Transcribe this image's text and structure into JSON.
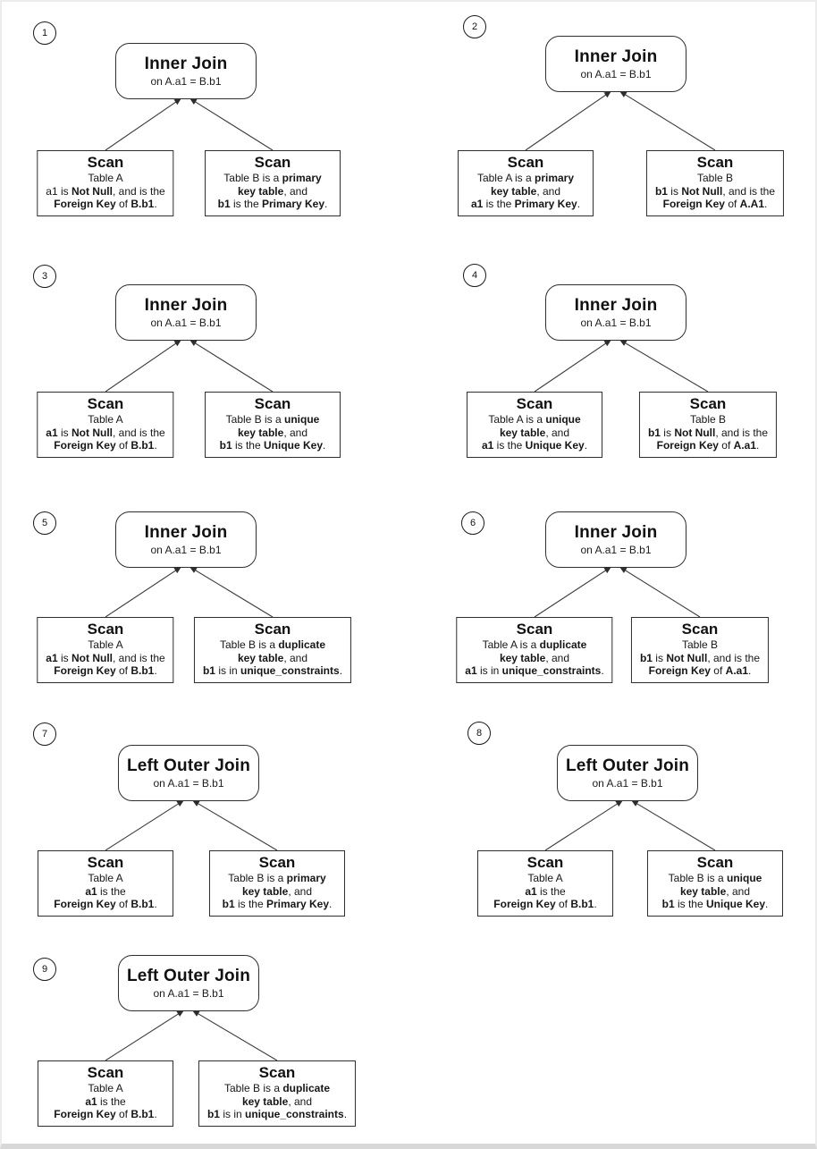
{
  "colors": {
    "background": "#ffffff",
    "node_border": "#000000",
    "edge": "#3c3c3c",
    "frame": "#d8d8d8"
  },
  "diagrams": [
    {
      "number": "1",
      "join": {
        "title": "Inner Join",
        "condition": "on A.a1 = B.b1"
      },
      "left_scan": {
        "title": "Scan",
        "lines": [
          [
            {
              "t": "Table A"
            }
          ],
          [
            {
              "t": "a1 is "
            },
            {
              "t": "Not Null",
              "b": true
            },
            {
              "t": ", and is the"
            }
          ],
          [
            {
              "t": "Foreign Key",
              "b": true
            },
            {
              "t": " of "
            },
            {
              "t": "B.b1",
              "b": true
            },
            {
              "t": "."
            }
          ]
        ]
      },
      "right_scan": {
        "title": "Scan",
        "lines": [
          [
            {
              "t": "Table B is a "
            },
            {
              "t": "primary",
              "b": true
            }
          ],
          [
            {
              "t": "key table",
              "b": true
            },
            {
              "t": ", and"
            }
          ],
          [
            {
              "t": "b1",
              "b": true
            },
            {
              "t": " is the "
            },
            {
              "t": "Primary Key",
              "b": true
            },
            {
              "t": "."
            }
          ]
        ]
      }
    },
    {
      "number": "2",
      "join": {
        "title": "Inner Join",
        "condition": "on A.a1 = B.b1"
      },
      "left_scan": {
        "title": "Scan",
        "lines": [
          [
            {
              "t": "Table A is a "
            },
            {
              "t": "primary",
              "b": true
            }
          ],
          [
            {
              "t": "key table",
              "b": true
            },
            {
              "t": ", and"
            }
          ],
          [
            {
              "t": "a1",
              "b": true
            },
            {
              "t": " is the "
            },
            {
              "t": "Primary Key",
              "b": true
            },
            {
              "t": "."
            }
          ]
        ]
      },
      "right_scan": {
        "title": "Scan",
        "lines": [
          [
            {
              "t": "Table B"
            }
          ],
          [
            {
              "t": "b1",
              "b": true
            },
            {
              "t": " is "
            },
            {
              "t": "Not Null",
              "b": true
            },
            {
              "t": ", and is the"
            }
          ],
          [
            {
              "t": "Foreign Key",
              "b": true
            },
            {
              "t": " of "
            },
            {
              "t": "A.A1",
              "b": true
            },
            {
              "t": "."
            }
          ]
        ]
      }
    },
    {
      "number": "3",
      "join": {
        "title": "Inner Join",
        "condition": "on A.a1 = B.b1"
      },
      "left_scan": {
        "title": "Scan",
        "lines": [
          [
            {
              "t": "Table A"
            }
          ],
          [
            {
              "t": "a1",
              "b": true
            },
            {
              "t": " is "
            },
            {
              "t": "Not Null",
              "b": true
            },
            {
              "t": ", and is the"
            }
          ],
          [
            {
              "t": "Foreign Key",
              "b": true
            },
            {
              "t": " of "
            },
            {
              "t": "B.b1",
              "b": true
            },
            {
              "t": "."
            }
          ]
        ]
      },
      "right_scan": {
        "title": "Scan",
        "lines": [
          [
            {
              "t": "Table B is a "
            },
            {
              "t": "unique",
              "b": true
            }
          ],
          [
            {
              "t": "key table",
              "b": true
            },
            {
              "t": ", and"
            }
          ],
          [
            {
              "t": "b1",
              "b": true
            },
            {
              "t": " is the "
            },
            {
              "t": "Unique Key",
              "b": true
            },
            {
              "t": "."
            }
          ]
        ]
      }
    },
    {
      "number": "4",
      "join": {
        "title": "Inner Join",
        "condition": "on A.a1 = B.b1"
      },
      "left_scan": {
        "title": "Scan",
        "lines": [
          [
            {
              "t": "Table A is a "
            },
            {
              "t": "unique",
              "b": true
            }
          ],
          [
            {
              "t": "key table",
              "b": true
            },
            {
              "t": ", and"
            }
          ],
          [
            {
              "t": "a1",
              "b": true
            },
            {
              "t": " is the "
            },
            {
              "t": "Unique Key",
              "b": true
            },
            {
              "t": "."
            }
          ]
        ]
      },
      "right_scan": {
        "title": "Scan",
        "lines": [
          [
            {
              "t": "Table B"
            }
          ],
          [
            {
              "t": "b1",
              "b": true
            },
            {
              "t": " is "
            },
            {
              "t": "Not Null",
              "b": true
            },
            {
              "t": ", and is the"
            }
          ],
          [
            {
              "t": "Foreign Key",
              "b": true
            },
            {
              "t": " of "
            },
            {
              "t": "A.a1",
              "b": true
            },
            {
              "t": "."
            }
          ]
        ]
      }
    },
    {
      "number": "5",
      "join": {
        "title": "Inner Join",
        "condition": "on A.a1 = B.b1"
      },
      "left_scan": {
        "title": "Scan",
        "lines": [
          [
            {
              "t": "Table A"
            }
          ],
          [
            {
              "t": "a1",
              "b": true
            },
            {
              "t": " is "
            },
            {
              "t": "Not Null",
              "b": true
            },
            {
              "t": ", and is the"
            }
          ],
          [
            {
              "t": "Foreign Key",
              "b": true
            },
            {
              "t": " of "
            },
            {
              "t": "B.b1",
              "b": true
            },
            {
              "t": "."
            }
          ]
        ]
      },
      "right_scan": {
        "title": "Scan",
        "lines": [
          [
            {
              "t": "Table B is a "
            },
            {
              "t": "duplicate",
              "b": true
            }
          ],
          [
            {
              "t": "key table",
              "b": true
            },
            {
              "t": ", and"
            }
          ],
          [
            {
              "t": "b1",
              "b": true
            },
            {
              "t": " is in "
            },
            {
              "t": "unique_constraints",
              "b": true
            },
            {
              "t": "."
            }
          ]
        ]
      }
    },
    {
      "number": "6",
      "join": {
        "title": "Inner Join",
        "condition": "on A.a1 = B.b1"
      },
      "left_scan": {
        "title": "Scan",
        "lines": [
          [
            {
              "t": "Table A is a "
            },
            {
              "t": "duplicate",
              "b": true
            }
          ],
          [
            {
              "t": "key table",
              "b": true
            },
            {
              "t": ", and"
            }
          ],
          [
            {
              "t": "a1",
              "b": true
            },
            {
              "t": " is in "
            },
            {
              "t": "unique_constraints",
              "b": true
            },
            {
              "t": "."
            }
          ]
        ]
      },
      "right_scan": {
        "title": "Scan",
        "lines": [
          [
            {
              "t": "Table B"
            }
          ],
          [
            {
              "t": "b1",
              "b": true
            },
            {
              "t": " is "
            },
            {
              "t": "Not Null",
              "b": true
            },
            {
              "t": ", and is the"
            }
          ],
          [
            {
              "t": "Foreign Key",
              "b": true
            },
            {
              "t": " of "
            },
            {
              "t": "A.a1",
              "b": true
            },
            {
              "t": "."
            }
          ]
        ]
      }
    },
    {
      "number": "7",
      "join": {
        "title": "Left Outer Join",
        "condition": "on A.a1 = B.b1"
      },
      "left_scan": {
        "title": "Scan",
        "lines": [
          [
            {
              "t": "Table A"
            }
          ],
          [
            {
              "t": "a1",
              "b": true
            },
            {
              "t": " is the"
            }
          ],
          [
            {
              "t": "Foreign Key",
              "b": true
            },
            {
              "t": " of "
            },
            {
              "t": "B.b1",
              "b": true
            },
            {
              "t": "."
            }
          ]
        ]
      },
      "right_scan": {
        "title": "Scan",
        "lines": [
          [
            {
              "t": "Table B is a "
            },
            {
              "t": "primary",
              "b": true
            }
          ],
          [
            {
              "t": "key table",
              "b": true
            },
            {
              "t": ", and"
            }
          ],
          [
            {
              "t": "b1",
              "b": true
            },
            {
              "t": " is the "
            },
            {
              "t": "Primary Key",
              "b": true
            },
            {
              "t": "."
            }
          ]
        ]
      }
    },
    {
      "number": "8",
      "join": {
        "title": "Left Outer Join",
        "condition": "on A.a1 = B.b1"
      },
      "left_scan": {
        "title": "Scan",
        "lines": [
          [
            {
              "t": "Table A"
            }
          ],
          [
            {
              "t": "a1",
              "b": true
            },
            {
              "t": " is the"
            }
          ],
          [
            {
              "t": "Foreign Key",
              "b": true
            },
            {
              "t": " of "
            },
            {
              "t": "B.b1",
              "b": true
            },
            {
              "t": "."
            }
          ]
        ]
      },
      "right_scan": {
        "title": "Scan",
        "lines": [
          [
            {
              "t": "Table B is a "
            },
            {
              "t": "unique",
              "b": true
            }
          ],
          [
            {
              "t": "key table",
              "b": true
            },
            {
              "t": ", and"
            }
          ],
          [
            {
              "t": "b1",
              "b": true
            },
            {
              "t": " is the "
            },
            {
              "t": "Unique Key",
              "b": true
            },
            {
              "t": "."
            }
          ]
        ]
      }
    },
    {
      "number": "9",
      "join": {
        "title": "Left Outer Join",
        "condition": "on A.a1 = B.b1"
      },
      "left_scan": {
        "title": "Scan",
        "lines": [
          [
            {
              "t": "Table A"
            }
          ],
          [
            {
              "t": "a1",
              "b": true
            },
            {
              "t": " is the"
            }
          ],
          [
            {
              "t": "Foreign Key",
              "b": true
            },
            {
              "t": " of "
            },
            {
              "t": "B.b1",
              "b": true
            },
            {
              "t": "."
            }
          ]
        ]
      },
      "right_scan": {
        "title": "Scan",
        "lines": [
          [
            {
              "t": "Table B is a "
            },
            {
              "t": "duplicate",
              "b": true
            }
          ],
          [
            {
              "t": "key table",
              "b": true
            },
            {
              "t": ", and"
            }
          ],
          [
            {
              "t": "b1",
              "b": true
            },
            {
              "t": " is in "
            },
            {
              "t": "unique_constraints",
              "b": true
            },
            {
              "t": "."
            }
          ]
        ]
      }
    }
  ]
}
